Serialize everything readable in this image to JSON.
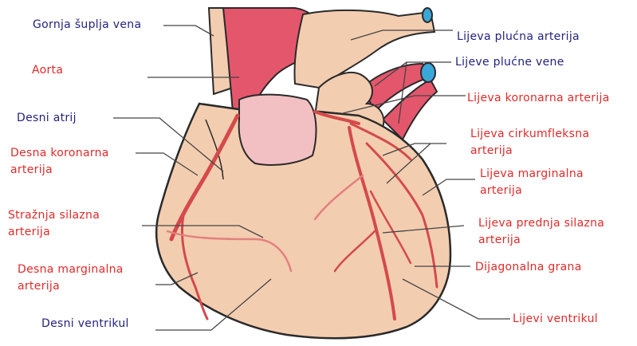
{
  "colors": {
    "blue_label": "#23237e",
    "red_label": "#e02a2a",
    "heart_tissue": "#f3cdb0",
    "heart_outline": "#2a2a2a",
    "aorta_red": "#e4566c",
    "atrium_pink": "#f2c0c3",
    "vessel_red": "#d44a4a",
    "vein_blue": "#3aa7d8"
  },
  "labels": {
    "superior_vena_cava": "Gornja šuplja vena",
    "aorta": "Aorta",
    "right_atrium": "Desni atrij",
    "right_coronary_artery_l1": "Desna koronarna",
    "right_coronary_artery_l2": "arterija",
    "posterior_descending_artery_l1": "Stražnja silazna",
    "posterior_descending_artery_l2": "arterija",
    "right_marginal_artery_l1": "Desna marginalna",
    "right_marginal_artery_l2": "arterija",
    "right_ventricle": "Desni ventrikul",
    "left_pulmonary_artery": "Lijeva plućna arterija",
    "left_pulmonary_veins": "Lijeve plućne vene",
    "left_coronary_artery": "Lijeva koronarna arterija",
    "left_circumflex_artery_l1": "Lijeva cirkumfleksna",
    "left_circumflex_artery_l2": "arterija",
    "left_marginal_artery_l1": "Lijeva marginalna",
    "left_marginal_artery_l2": "arterija",
    "left_anterior_descending_l1": "Lijeva prednja silazna",
    "left_anterior_descending_l2": "arterija",
    "diagonal_branch": "Dijagonalna grana",
    "left_ventricle": "Lijevi ventrikul"
  }
}
